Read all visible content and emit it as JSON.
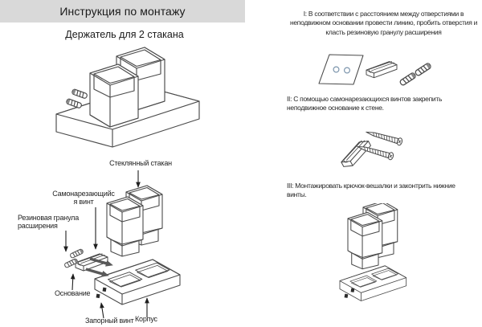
{
  "header": {
    "title": "Инструкция по монтажу",
    "subtitle": "Держатель для 2 стакана"
  },
  "left_diagram": {
    "labels": {
      "glass": "Стеклянный стакан",
      "screw": "Самонарезающийся винт",
      "granule": "Резиновая гранула расширения",
      "base": "Основание",
      "lock_screw": "Запорный винт",
      "body": "Корпус"
    }
  },
  "steps": [
    {
      "id": "I",
      "text": "I: В соответствии с расстоянием между отверстиями в неподвижном основании провести линию, пробить отверстия и класть резиновую гранулу расширения"
    },
    {
      "id": "II",
      "text": "II: С помощью самонарезающихся винтов закрепить неподвижное основание к стене."
    },
    {
      "id": "III",
      "text": "III: Монтажировать крючок-вешалки и законтрить нижние винты."
    }
  ],
  "colors": {
    "titlebar_bg": "#d9d9d9",
    "line_art": "#4a4a4a",
    "callout_arrow": "#1f1f1f",
    "bold_arrow": "#595959",
    "hole_circle": "#7d96ad",
    "text": "#262626"
  }
}
